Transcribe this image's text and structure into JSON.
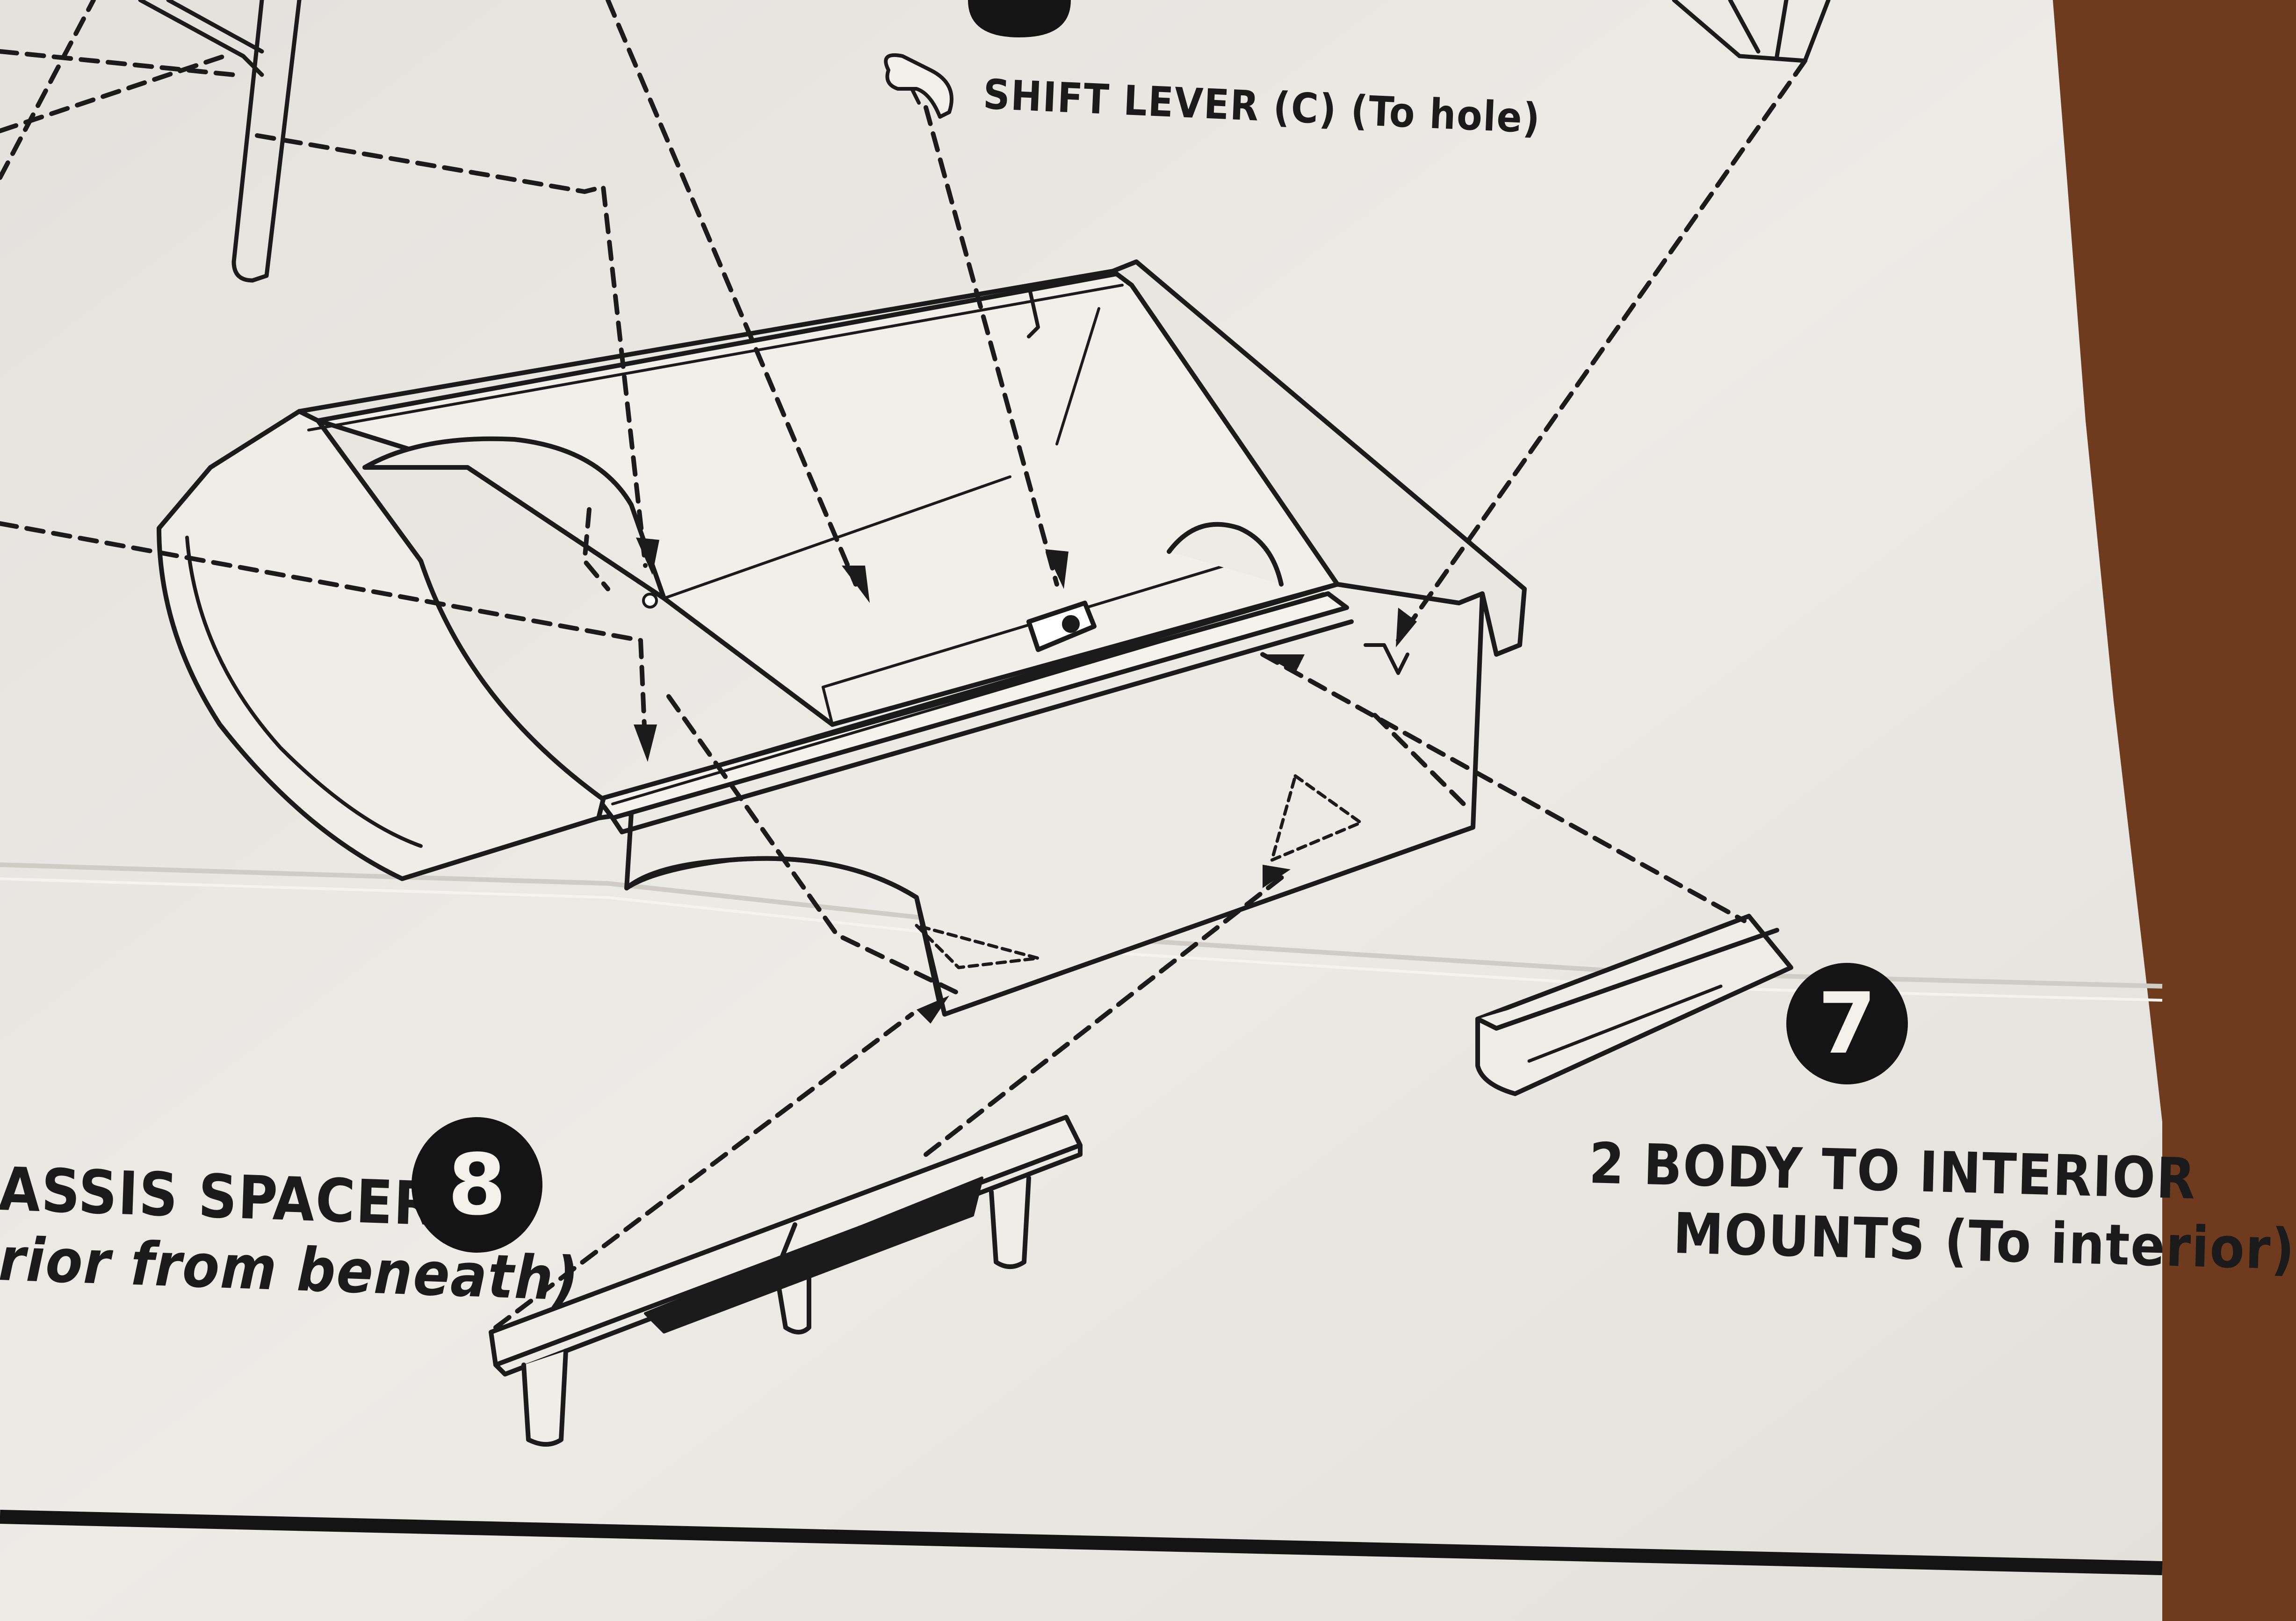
{
  "colors": {
    "paper": "#e9e7e2",
    "ink": "#1b1b1b",
    "background": "#6e3b1e",
    "badge": "#141414"
  },
  "labels": {
    "shift_lever": "SHIFT LEVER (C) (To hole)",
    "body_mounts_line1": "2  BODY TO INTERIOR",
    "body_mounts_line2": "MOUNTS (To interior)",
    "chassis_spacers_line1": "ASSIS SPACERS",
    "chassis_spacers_line2": "rior from beneath)"
  },
  "steps": {
    "step_7": "7",
    "step_8": "8"
  }
}
